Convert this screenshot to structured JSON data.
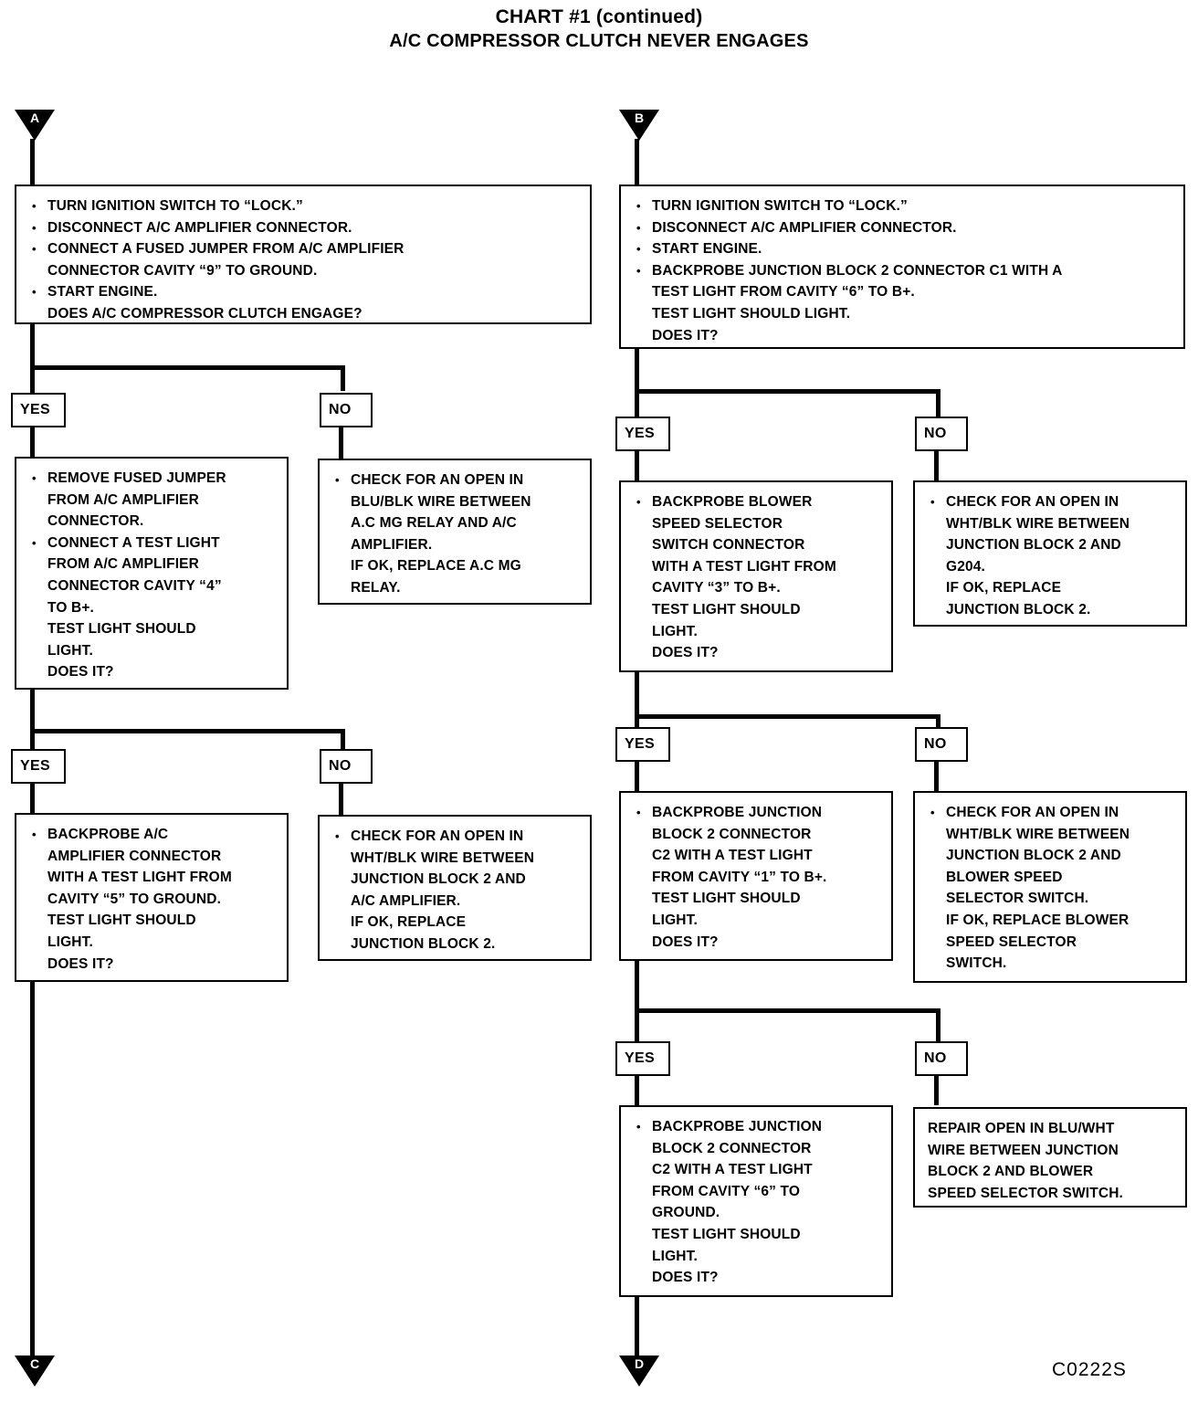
{
  "title": {
    "line1": "CHART #1 (continued)",
    "line2": "A/C COMPRESSOR CLUTCH NEVER ENGAGES"
  },
  "code_stamp": "C0222S",
  "labels": {
    "yes": "YES",
    "no": "NO"
  },
  "connectors": {
    "in_a": "A",
    "in_b": "B",
    "out_c": "C",
    "out_d": "D"
  },
  "chart_data": {
    "type": "flowchart",
    "title": "CHART #1 (continued) — A/C COMPRESSOR CLUTCH NEVER ENGAGES",
    "branches": [
      "YES",
      "NO"
    ],
    "entry_points": [
      "A",
      "B"
    ],
    "exit_points": [
      "C",
      "D"
    ],
    "nodes": [
      {
        "id": "A1",
        "column": "left",
        "kind": "test",
        "lines": [
          "TURN IGNITION SWITCH TO “LOCK.”",
          "DISCONNECT A/C AMPLIFIER CONNECTOR.",
          "CONNECT A FUSED JUMPER FROM A/C AMPLIFIER\nCONNECTOR CAVITY “9” TO GROUND.",
          "START ENGINE.\nDOES A/C COMPRESSOR CLUTCH ENGAGE?"
        ]
      },
      {
        "id": "A2",
        "column": "left",
        "kind": "test",
        "from": "YES",
        "lines": [
          "REMOVE FUSED JUMPER\nFROM A/C AMPLIFIER\nCONNECTOR.",
          "CONNECT A TEST LIGHT\nFROM A/C AMPLIFIER\nCONNECTOR CAVITY “4”\nTO B+.\nTEST LIGHT SHOULD\nLIGHT.\nDOES IT?"
        ]
      },
      {
        "id": "A3",
        "column": "left",
        "kind": "action",
        "from": "NO",
        "lines": [
          "CHECK FOR AN OPEN IN\nBLU/BLK WIRE BETWEEN\nA.C MG RELAY AND A/C\nAMPLIFIER.\nIF OK, REPLACE A.C MG\nRELAY."
        ]
      },
      {
        "id": "A4",
        "column": "left",
        "kind": "test",
        "from": "YES",
        "lines": [
          "BACKPROBE A/C\nAMPLIFIER CONNECTOR\nWITH A TEST LIGHT FROM\nCAVITY “5” TO GROUND.\nTEST LIGHT SHOULD\nLIGHT.\nDOES IT?"
        ]
      },
      {
        "id": "A5",
        "column": "left",
        "kind": "action",
        "from": "NO",
        "lines": [
          "CHECK FOR AN OPEN IN\nWHT/BLK WIRE BETWEEN\nJUNCTION BLOCK 2 AND\nA/C AMPLIFIER.\nIF OK, REPLACE\nJUNCTION BLOCK 2."
        ]
      },
      {
        "id": "B1",
        "column": "right",
        "kind": "test",
        "lines": [
          "TURN IGNITION SWITCH TO “LOCK.”",
          "DISCONNECT A/C AMPLIFIER CONNECTOR.",
          "START ENGINE.",
          "BACKPROBE JUNCTION BLOCK 2 CONNECTOR C1 WITH A\nTEST LIGHT FROM CAVITY “6” TO B+.\nTEST LIGHT SHOULD LIGHT.\nDOES IT?"
        ]
      },
      {
        "id": "B2",
        "column": "right",
        "kind": "test",
        "from": "YES",
        "lines": [
          "BACKPROBE BLOWER\nSPEED SELECTOR\nSWITCH CONNECTOR\nWITH A TEST LIGHT FROM\nCAVITY “3” TO B+.\nTEST LIGHT SHOULD\nLIGHT.\nDOES IT?"
        ]
      },
      {
        "id": "B3",
        "column": "right",
        "kind": "action",
        "from": "NO",
        "lines": [
          "CHECK FOR AN OPEN IN\nWHT/BLK WIRE BETWEEN\nJUNCTION BLOCK 2 AND\nG204.\nIF OK, REPLACE\nJUNCTION BLOCK 2."
        ]
      },
      {
        "id": "B4",
        "column": "right",
        "kind": "test",
        "from": "YES",
        "lines": [
          "BACKPROBE JUNCTION\nBLOCK 2 CONNECTOR\nC2 WITH A TEST LIGHT\nFROM CAVITY “1” TO B+.\nTEST LIGHT SHOULD\nLIGHT.\nDOES IT?"
        ]
      },
      {
        "id": "B5",
        "column": "right",
        "kind": "action",
        "from": "NO",
        "lines": [
          "CHECK FOR AN OPEN IN\nWHT/BLK WIRE BETWEEN\nJUNCTION BLOCK 2 AND\nBLOWER SPEED\nSELECTOR SWITCH.\nIF OK, REPLACE BLOWER\nSPEED SELECTOR\nSWITCH."
        ]
      },
      {
        "id": "B6",
        "column": "right",
        "kind": "test",
        "from": "YES",
        "lines": [
          "BACKPROBE JUNCTION\nBLOCK 2 CONNECTOR\nC2 WITH A TEST LIGHT\nFROM CAVITY “6” TO\nGROUND.\nTEST LIGHT SHOULD\nLIGHT.\nDOES IT?"
        ]
      },
      {
        "id": "B7",
        "column": "right",
        "kind": "action",
        "from": "NO",
        "lines": [
          "REPAIR OPEN IN BLU/WHT\nWIRE BETWEEN JUNCTION\nBLOCK 2 AND BLOWER\nSPEED SELECTOR SWITCH."
        ]
      }
    ]
  },
  "boxes": {
    "a1": {
      "l1": "TURN IGNITION SWITCH TO “LOCK.”",
      "l2": "DISCONNECT A/C AMPLIFIER CONNECTOR.",
      "l3": "CONNECT A FUSED JUMPER FROM A/C AMPLIFIER\nCONNECTOR CAVITY “9” TO GROUND.",
      "l4": "START ENGINE.\nDOES A/C COMPRESSOR CLUTCH ENGAGE?"
    },
    "a2": {
      "l1": "REMOVE FUSED JUMPER\nFROM A/C AMPLIFIER\nCONNECTOR.",
      "l2": "CONNECT A TEST LIGHT\nFROM A/C AMPLIFIER\nCONNECTOR CAVITY “4”\nTO B+.\nTEST LIGHT SHOULD\nLIGHT.\nDOES IT?"
    },
    "a3": {
      "l1": "CHECK FOR AN OPEN IN\nBLU/BLK WIRE BETWEEN\nA.C MG RELAY AND A/C\nAMPLIFIER.\nIF OK, REPLACE A.C MG\nRELAY."
    },
    "a4": {
      "l1": "BACKPROBE A/C\nAMPLIFIER CONNECTOR\nWITH A TEST LIGHT FROM\nCAVITY “5” TO GROUND.\nTEST LIGHT SHOULD\nLIGHT.\nDOES IT?"
    },
    "a5": {
      "l1": "CHECK FOR AN OPEN IN\nWHT/BLK WIRE BETWEEN\nJUNCTION BLOCK 2 AND\nA/C AMPLIFIER.\nIF OK, REPLACE\nJUNCTION BLOCK 2."
    },
    "b1": {
      "l1": "TURN IGNITION SWITCH TO “LOCK.”",
      "l2": "DISCONNECT A/C AMPLIFIER CONNECTOR.",
      "l3": "START ENGINE.",
      "l4": "BACKPROBE JUNCTION BLOCK 2 CONNECTOR C1 WITH A\nTEST LIGHT FROM CAVITY “6” TO B+.\nTEST LIGHT SHOULD LIGHT.\nDOES IT?"
    },
    "b2": {
      "l1": "BACKPROBE BLOWER\nSPEED SELECTOR\nSWITCH CONNECTOR\nWITH A TEST LIGHT FROM\nCAVITY “3” TO B+.\nTEST LIGHT SHOULD\nLIGHT.\nDOES IT?"
    },
    "b3": {
      "l1": "CHECK FOR AN OPEN IN\nWHT/BLK WIRE BETWEEN\nJUNCTION BLOCK 2 AND\nG204.\nIF OK, REPLACE\nJUNCTION BLOCK 2."
    },
    "b4": {
      "l1": "BACKPROBE JUNCTION\nBLOCK 2 CONNECTOR\nC2 WITH A TEST LIGHT\nFROM CAVITY “1” TO B+.\nTEST LIGHT SHOULD\nLIGHT.\nDOES IT?"
    },
    "b5": {
      "l1": "CHECK FOR AN OPEN IN\nWHT/BLK WIRE BETWEEN\nJUNCTION BLOCK 2 AND\nBLOWER SPEED\nSELECTOR SWITCH.\nIF OK, REPLACE BLOWER\nSPEED SELECTOR\nSWITCH."
    },
    "b6": {
      "l1": "BACKPROBE JUNCTION\nBLOCK 2 CONNECTOR\nC2 WITH A TEST LIGHT\nFROM CAVITY “6” TO\nGROUND.\nTEST LIGHT SHOULD\nLIGHT.\nDOES IT?"
    },
    "b7": {
      "l1": "REPAIR OPEN IN BLU/WHT\nWIRE BETWEEN JUNCTION\nBLOCK 2 AND BLOWER\nSPEED SELECTOR SWITCH."
    }
  }
}
